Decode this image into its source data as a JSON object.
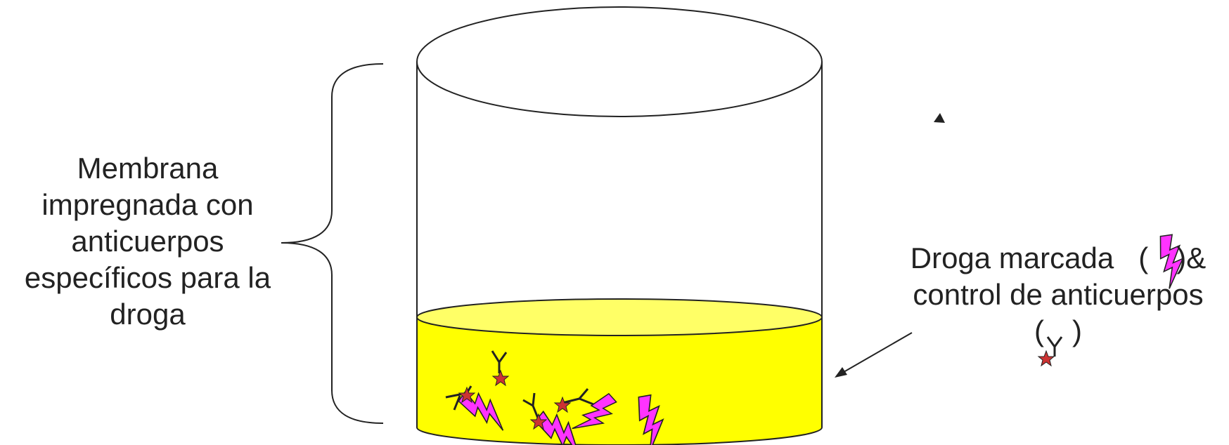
{
  "membrane_label": {
    "lines": [
      "Membrana",
      "impregnada con",
      "anticuerpos",
      "específicos para la",
      "droga"
    ]
  },
  "drug_label": {
    "line1_text": "Droga marcada",
    "line1_open": "(",
    "line1_close": ")&",
    "line2": "control de anticuerpos",
    "line3_open": "(",
    "line3_close": ")"
  },
  "colors": {
    "liquid": "#ffff00",
    "liquid_top": "#ffff66",
    "drug": "#ff33ff",
    "antibody_star": "#cc3333",
    "stroke": "#222222"
  },
  "icons": [
    "lightning-bolt-icon",
    "antibody-icon",
    "star-icon",
    "arrow-icon"
  ]
}
